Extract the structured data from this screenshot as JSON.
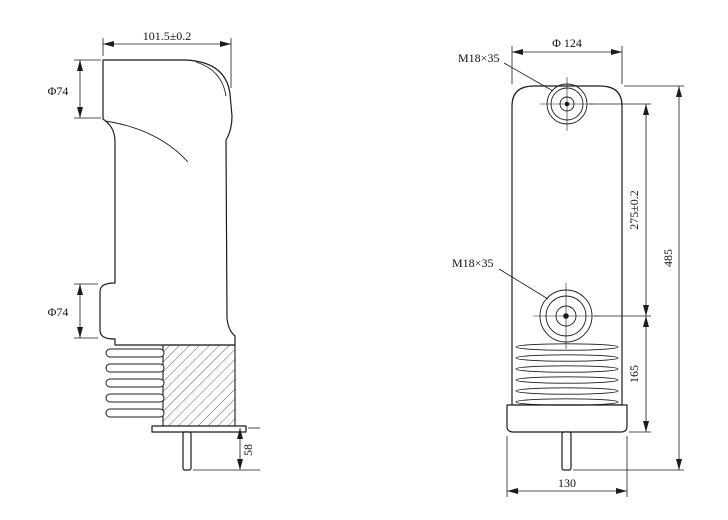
{
  "drawing": {
    "background_color": "#ffffff",
    "line_color": "#1c1c1c",
    "left_view": {
      "dim_arm_length": "101.5±0.2",
      "dim_upper_dia": "Φ74",
      "dim_lower_dia": "Φ74",
      "dim_stem_height": "58"
    },
    "right_view": {
      "dim_top_dia": "Φ 124",
      "label_top_hole": "M18×35",
      "label_lower_hole": "M18×35",
      "dim_hole_span": "275±0.2",
      "dim_overall_height": "485",
      "dim_lower_height": "165",
      "dim_base_width": "130"
    }
  }
}
